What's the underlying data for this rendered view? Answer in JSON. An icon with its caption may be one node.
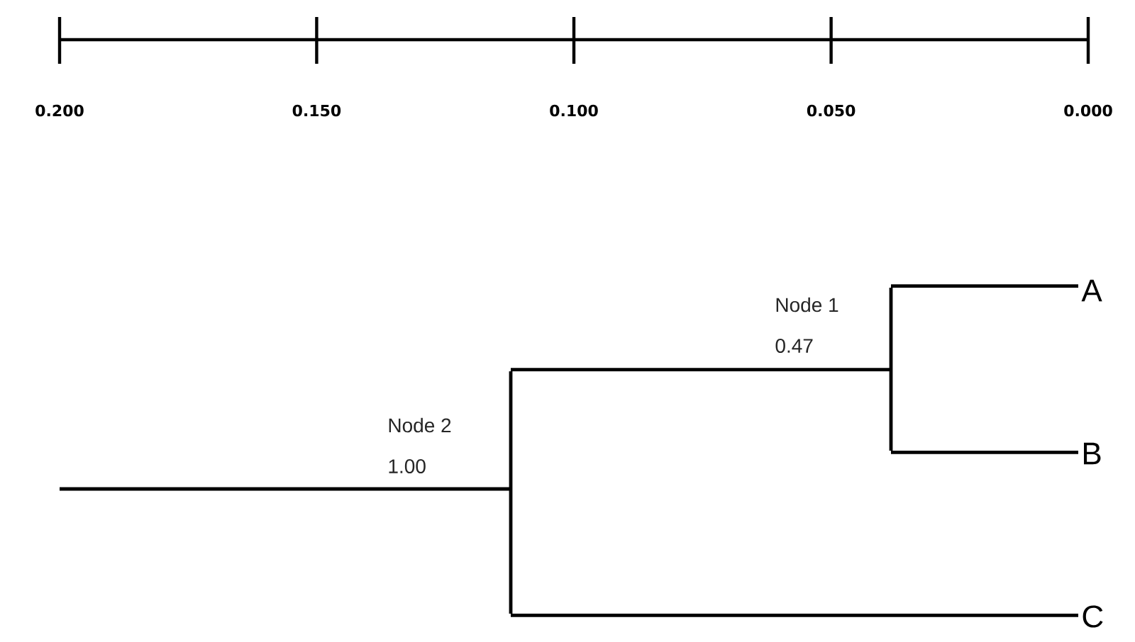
{
  "diagram": {
    "nodes": [
      {
        "text": [],
        "shape": "bar",
        "beside": [
          "Node 2",
          "1.00"
        ]
      },
      {
        "text": [],
        "shape": "bar",
        "beside": [
          "Node 1",
          "0.47"
        ]
      },
      {
        "text": [
          "A"
        ]
      },
      {
        "text": [
          "B"
        ]
      },
      {
        "text": [
          "C"
        ]
      }
    ],
    "edges": [
      {
        "from": null,
        "to": 0,
        "arrow": "none"
      },
      {
        "from": 0,
        "to": 1,
        "arrow": "none"
      },
      {
        "from": 1,
        "to": 2,
        "arrow": "none"
      },
      {
        "from": 1,
        "to": 3,
        "arrow": "none"
      },
      {
        "from": 0,
        "to": 4,
        "arrow": "none"
      }
    ],
    "labels": [
      "0.200",
      "0.150",
      "0.100",
      "0.050",
      "0.000"
    ]
  }
}
